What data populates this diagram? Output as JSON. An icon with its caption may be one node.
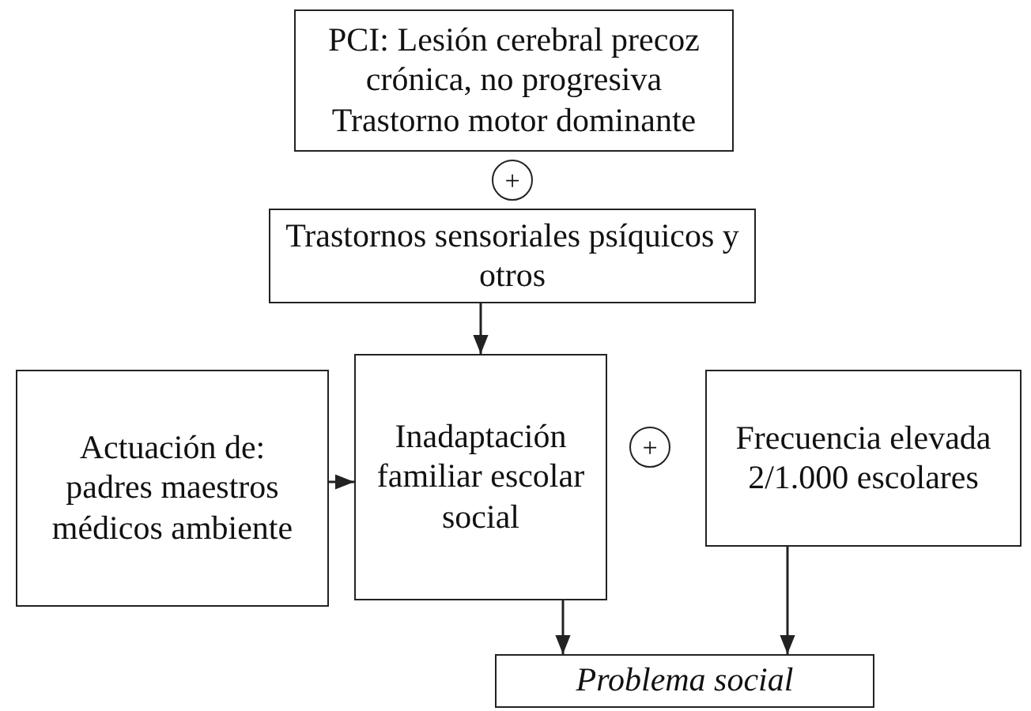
{
  "diagram": {
    "nodes": [
      {
        "text": [
          "PCI: Lesión cerebral precoz crónica, no progresiva",
          "Trastorno motor dominante"
        ]
      },
      {
        "text": [
          "+"
        ]
      },
      {
        "text": [
          "Trastornos sensoriales psíquicos y otros"
        ]
      },
      {
        "text": [
          "Actuación de:",
          "padres maestros médicos ambiente"
        ]
      },
      {
        "text": [
          "Inadaptación familiar escolar social"
        ]
      },
      {
        "text": [
          "+"
        ]
      },
      {
        "text": [
          "Frecuencia elevada 2/1.000 escolares"
        ]
      },
      {
        "text": [
          "Problema social"
        ]
      }
    ],
    "edges": [
      {
        "from": 2,
        "to": 4,
        "arrow": "to"
      },
      {
        "from": 3,
        "to": 4,
        "arrow": "to"
      },
      {
        "from": 4,
        "to": 7,
        "arrow": "to"
      },
      {
        "from": 6,
        "to": 7,
        "arrow": "to"
      }
    ]
  }
}
